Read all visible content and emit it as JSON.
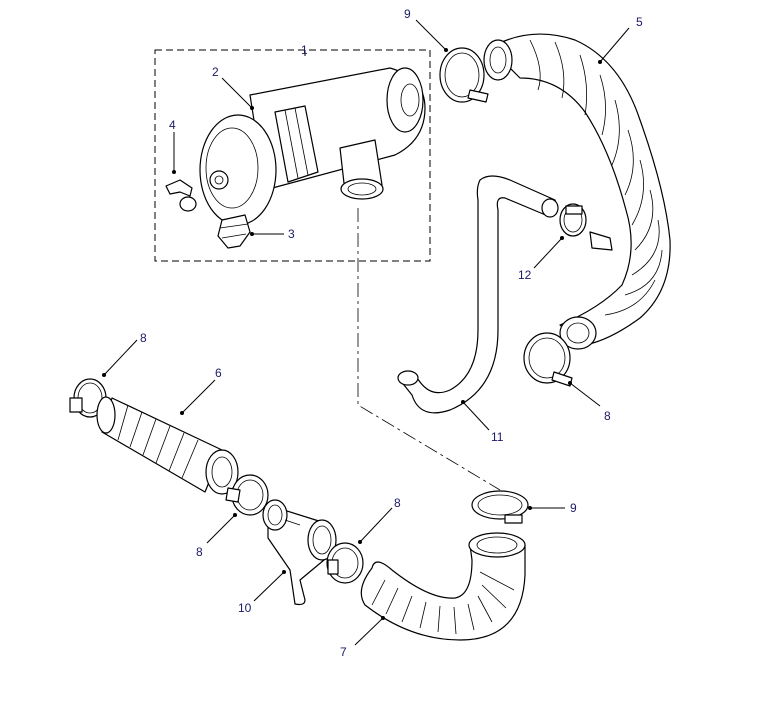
{
  "callouts": {
    "c1": "1",
    "c2": "2",
    "c3": "3",
    "c4": "4",
    "c5": "5",
    "c6": "6",
    "c7": "7",
    "c8a": "8",
    "c8b": "8",
    "c8c": "8",
    "c8d": "8",
    "c9a": "9",
    "c9b": "9",
    "c10": "10",
    "c11": "11",
    "c12": "12"
  },
  "colors": {
    "line": "#000000",
    "callout_text": "#1a1a66",
    "background": "#ffffff"
  }
}
